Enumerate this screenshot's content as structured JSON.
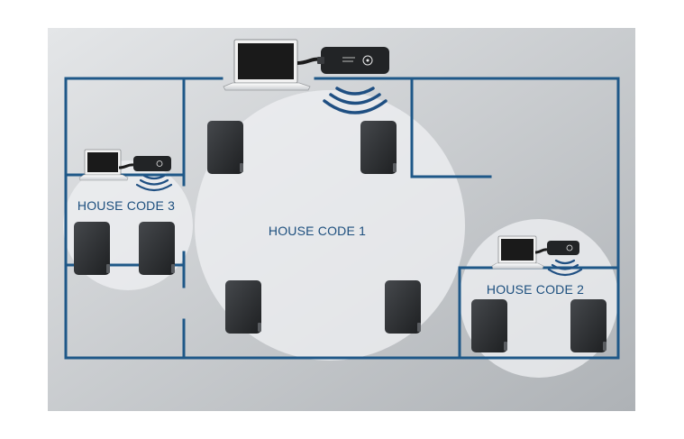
{
  "colors": {
    "background_light": "#e4e6e8",
    "background_dark": "#aeb2b6",
    "walls": "#1f5888",
    "coverage_zone": "#eef0f2",
    "signal_waves": "#1f4f82",
    "speaker_body": "#2b2d30",
    "laptop_screen": "#1a1a1a",
    "adapter_body": "#222426"
  },
  "zones": [
    {
      "label": "HOUSE CODE 1",
      "speakers": 4,
      "has_transmitter": true
    },
    {
      "label": "HOUSE CODE 2",
      "speakers": 2,
      "has_transmitter": true
    },
    {
      "label": "HOUSE CODE 3",
      "speakers": 2,
      "has_transmitter": true
    }
  ],
  "icons": {
    "transmitter": "laptop-icon",
    "adapter": "usb-adapter-icon",
    "signal": "wireless-signal-icon",
    "receiver": "speaker-icon"
  }
}
